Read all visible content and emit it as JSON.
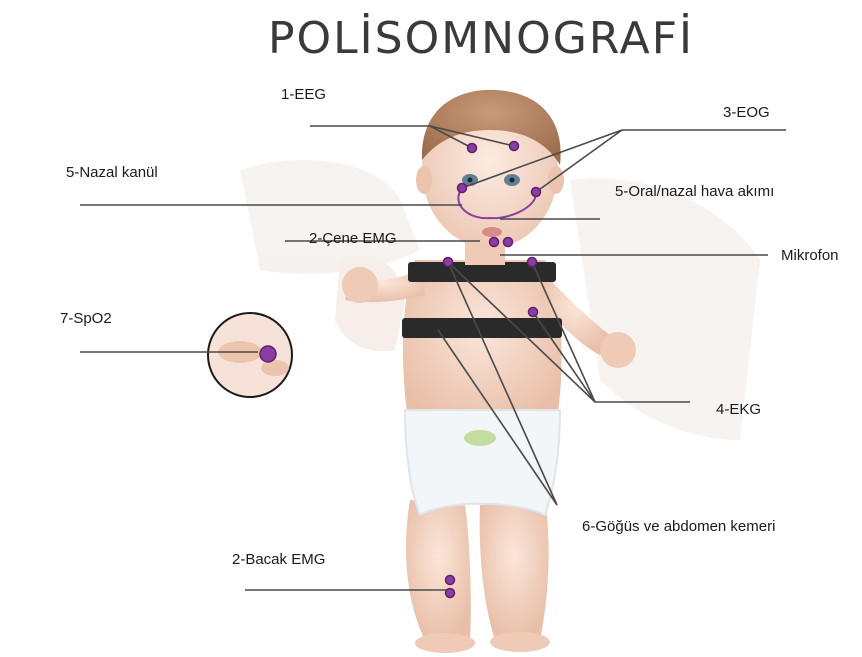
{
  "title": "POLİSOMNOGRAFİ",
  "labels": {
    "eeg": "1-EEG",
    "eog": "3-EOG",
    "nasal_cannula": "5-Nazal kanül",
    "oral_nasal_airflow": "5-Oral/nazal hava akımı",
    "chin_emg": "2-Çene EMG",
    "microphone": "Mikrofon",
    "spo2": "7-SpO2",
    "ekg": "4-EKG",
    "chest_abdomen_belt": "6-Göğüs ve abdomen kemeri",
    "leg_emg": "2-Bacak EMG"
  },
  "colors": {
    "electrode": "#8a3fa0",
    "electrode_dark": "#5e1f73",
    "line": "#4a4a4a",
    "belt": "#2a2a2a",
    "skin": "#f2d3c2",
    "title": "#3a3a3a"
  }
}
